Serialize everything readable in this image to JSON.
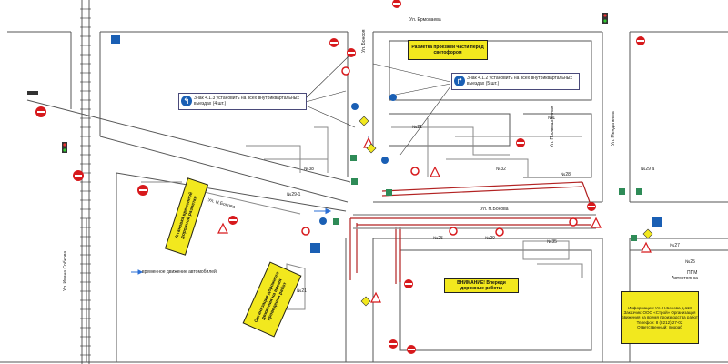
{
  "streets": {
    "ermolaeva": "Ул. Ермолаева",
    "bonsoia_vert": "Ул. Бонсоя",
    "promyshlennaya": "Ул. Промышленная",
    "mendeleeva": "Ул. Менделеева",
    "ivanova_diag": "Ул. Н.Бонова",
    "ivanova_main": "Ул. Н.Бонова",
    "ivan_sobkova": "Ул. Ивана Собкова"
  },
  "callouts": {
    "left_sign": "Знак 4.1.3 установить на всех внутриквартальных выездах (4 шт.)",
    "right_sign": "Знак 4.1.2 установить на всех внутриквартальных выездах (5 шт.)"
  },
  "yellow_boxes": {
    "top": "Разметка проезжей части перед светофором",
    "mid_vertical": "Установка временной дорожной разметки",
    "lower_left": "Организация дорожного движения на время проведения работ",
    "center": "ВНИМАНИЕ! Впереди дорожные работы",
    "info": "Информация: Ул. Н.Бонова д.118 Заказчик: ООО «Строй» Организация движения на время производства работ Телефон: 8 (8212) 27-02 Ответственный: прораб"
  },
  "legend": {
    "detour": "временное движение автомобилей"
  },
  "buildings": {
    "b1": "№38",
    "b2": "№21",
    "b3": "№32",
    "b4": "№28",
    "b5": "№25",
    "b6": "№29",
    "b7": "№35",
    "b8": "№29-1",
    "b9": "№29 а",
    "b10": "№21",
    "b11": "№27",
    "b12": "№25",
    "b13": "№1"
  },
  "misc_labels": {
    "ppm": "ППМ",
    "bus_stop": "Автостоянка"
  },
  "colors": {
    "road_line": "#555555",
    "work_zone": "#b22222",
    "sign_red": "#d7191c",
    "sign_blue": "#1a5fb4",
    "highlight_yellow": "#f2e81e",
    "detour_arrow": "#2b6fd6"
  }
}
